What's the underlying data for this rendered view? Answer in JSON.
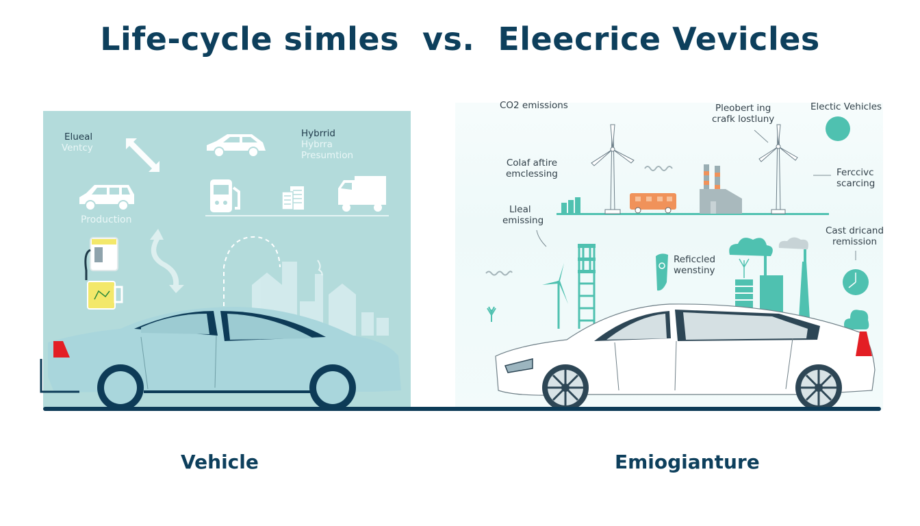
{
  "title": {
    "left": "Life-cycle simles",
    "vs": "vs.",
    "right": "Eleecrice Vevicles"
  },
  "left_panel": {
    "labels": {
      "fuel": [
        "Elueal",
        "Ventcy"
      ],
      "hybrid": [
        "Hybrrid",
        "Hybrra",
        "Presumtion"
      ],
      "production": "Production"
    },
    "background_color": "#b3dbdb",
    "car_body_color": "#a9d6dc",
    "accent_dark": "#0d3b57",
    "fuel_can_color": "#f3e86a",
    "tail_light_color": "#e31e24"
  },
  "right_panel": {
    "labels": {
      "co2": "CO2 emissions",
      "coal": [
        "Colaf aftire",
        "emclessing"
      ],
      "lleal": [
        "Lleal",
        "emissing"
      ],
      "pleobert": [
        "Pleobert ing",
        "crafk lostluny"
      ],
      "ev": "Electic Vehicles",
      "ferccive": [
        "Ferccivc",
        "scarcing"
      ],
      "reficcled": [
        "Reficcled",
        "wenstiny"
      ],
      "cast": [
        "Cast dricand",
        "remission"
      ]
    },
    "background_color": "#f2fbfb",
    "teal_accent": "#4fc1b0",
    "bus_color": "#f0925a",
    "car_body_color": "#ffffff"
  },
  "captions": {
    "left": "Vehicle",
    "right": "Emiogianture"
  },
  "colors": {
    "title": "#0d3f5c",
    "ground_line": "#0d3b57"
  }
}
